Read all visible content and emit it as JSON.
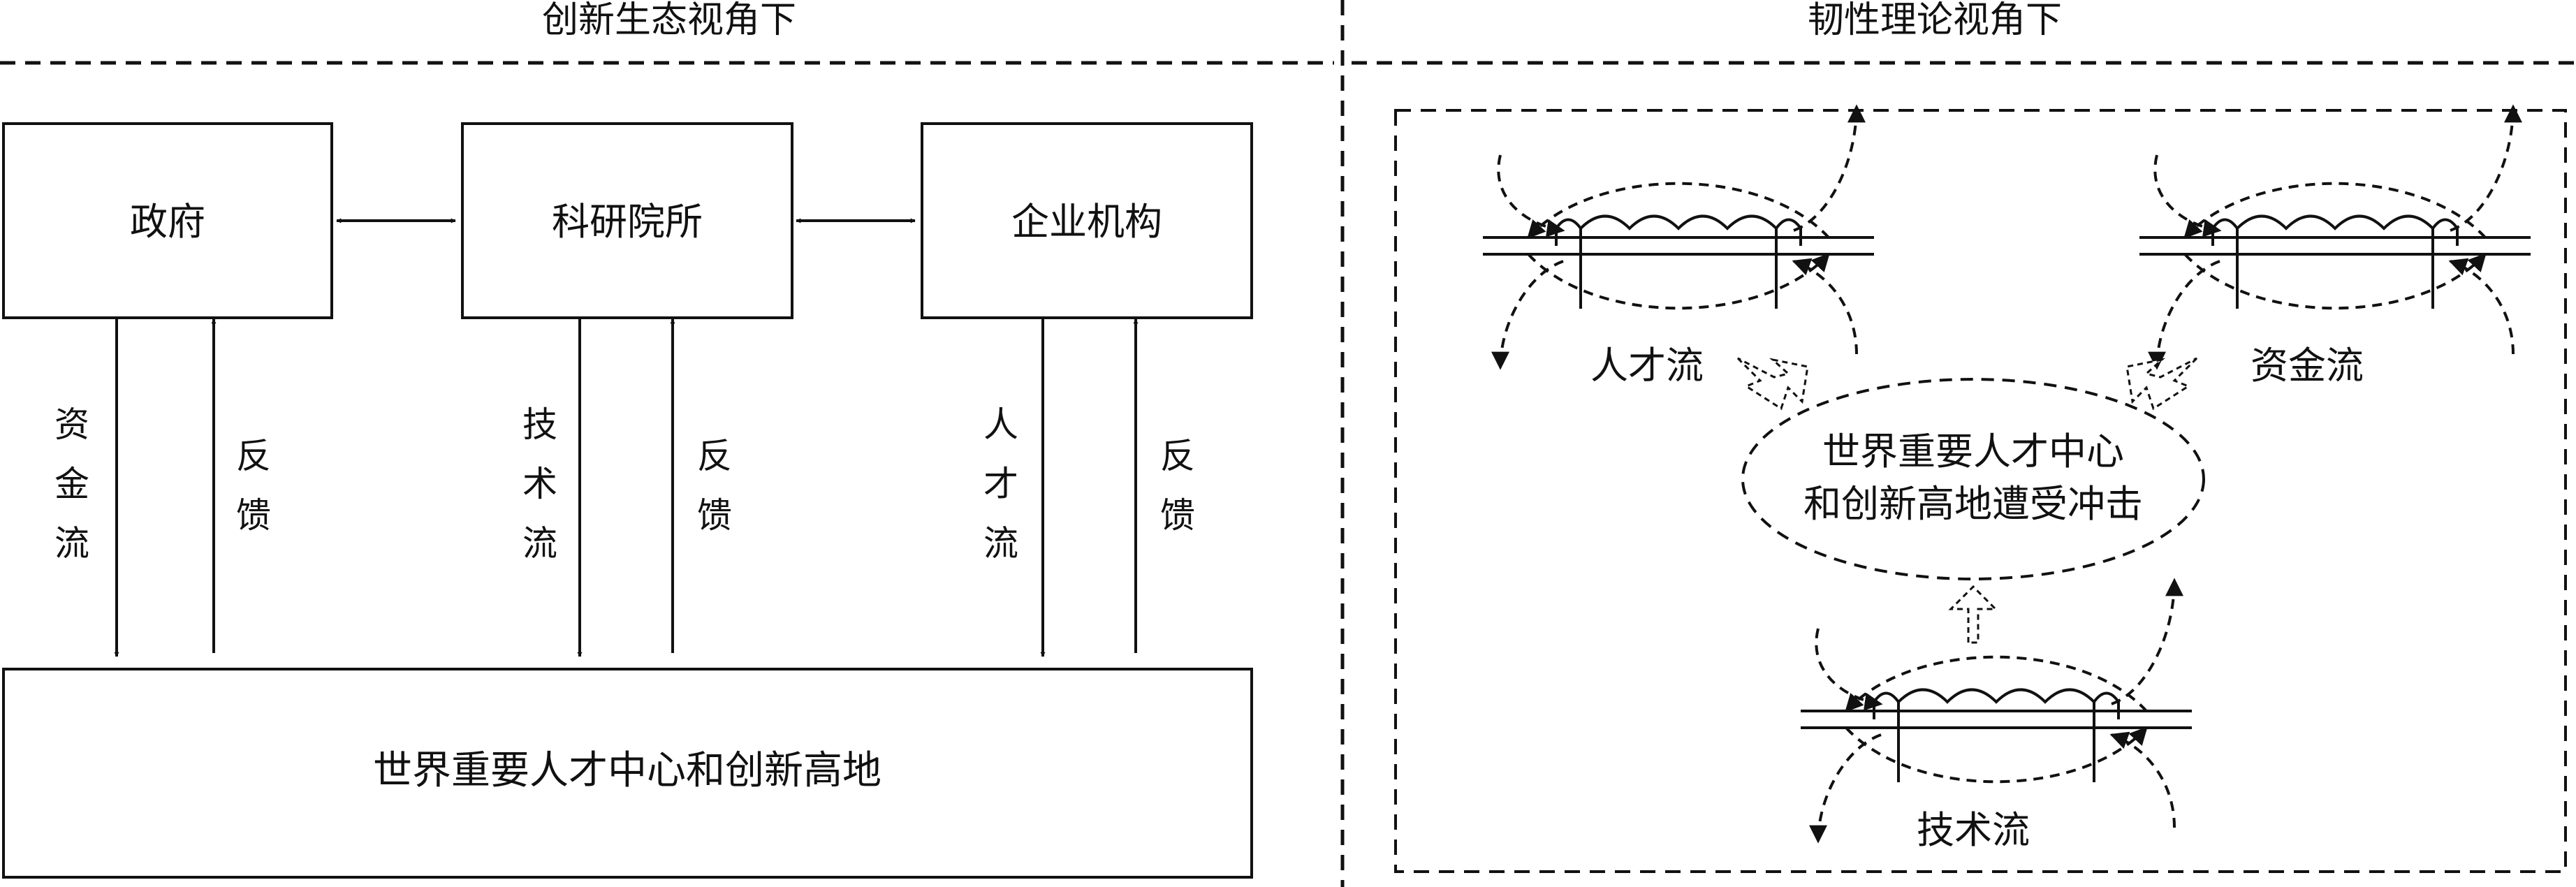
{
  "left_panel": {
    "header": "创新生态视角下",
    "boxes": {
      "government": "政府",
      "research": "科研院所",
      "enterprise": "企业机构",
      "center": "世界重要人才中心和创新高地"
    },
    "flows": {
      "capital": [
        "资",
        "金",
        "流"
      ],
      "technology": [
        "技",
        "术",
        "流"
      ],
      "talent": [
        "人",
        "才",
        "流"
      ],
      "feedback": [
        "反",
        "馈"
      ]
    }
  },
  "right_panel": {
    "header": "韧性理论视角下",
    "labels": {
      "talent": "人才流",
      "capital": "资金流",
      "technology": "技术流"
    },
    "ellipse": {
      "line1": "世界重要人才中心",
      "line2": "和创新高地遭受冲击"
    }
  },
  "colors": {
    "line": "#111111",
    "background": "#ffffff"
  }
}
